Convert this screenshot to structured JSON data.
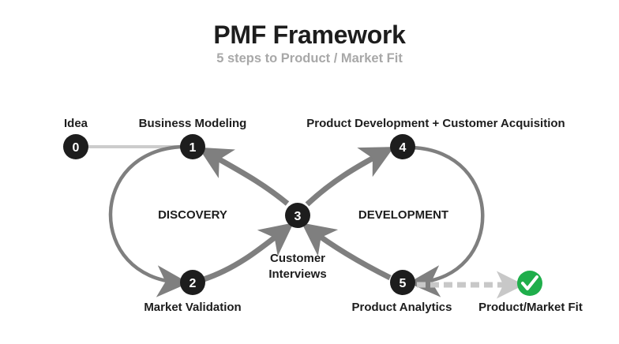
{
  "header": {
    "title": "PMF Framework",
    "subtitle": "5 steps to Product / Market Fit"
  },
  "nodes": [
    {
      "id": "0",
      "label": "Idea"
    },
    {
      "id": "1",
      "label": "Business Modeling"
    },
    {
      "id": "2",
      "label": "Market Validation"
    },
    {
      "id": "3",
      "label": "Customer Interviews",
      "label_lines": [
        "Customer",
        "Interviews"
      ]
    },
    {
      "id": "4",
      "label": "Product Development + Customer Acquisition"
    },
    {
      "id": "5",
      "label": "Product Analytics"
    }
  ],
  "goal": {
    "label": "Product/Market Fit",
    "icon": "checkmark-icon",
    "color": "#1fae4b"
  },
  "phases": {
    "left": "DISCOVERY",
    "right": "DEVELOPMENT"
  },
  "colors": {
    "node": "#1d1d1d",
    "arrow": "#7f7f7f",
    "light_line": "#cccccc",
    "dashed": "#c8c8c8"
  }
}
